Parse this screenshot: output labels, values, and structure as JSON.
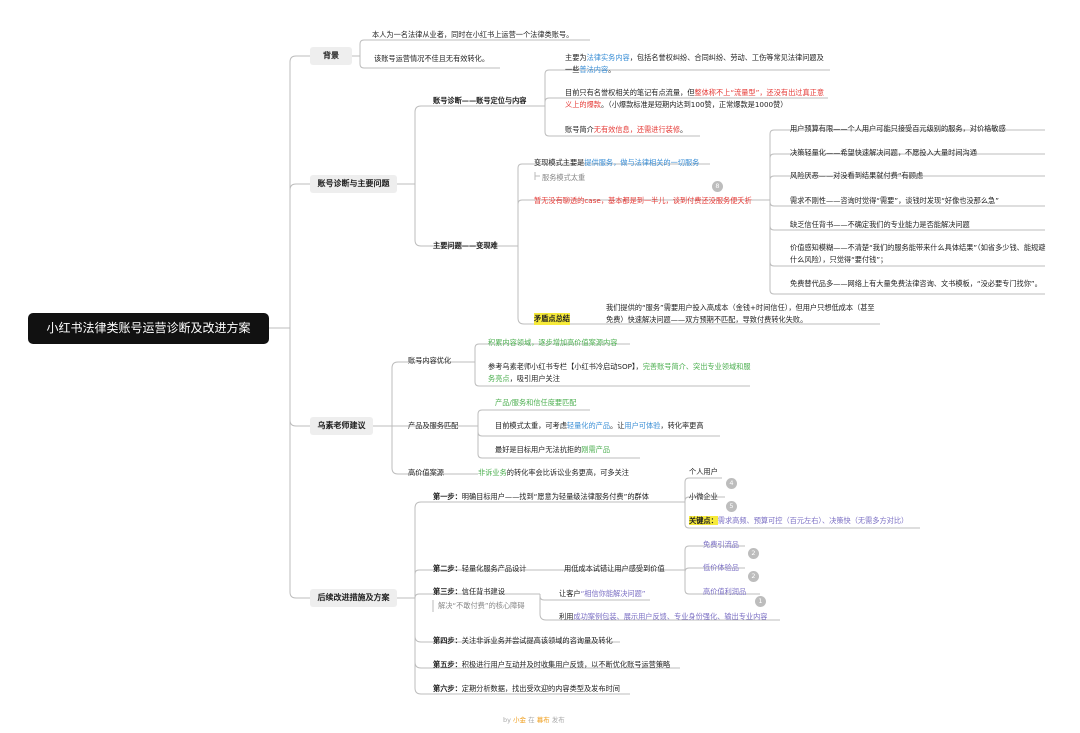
{
  "title": "小红书法律类账号运营诊断及改进方案",
  "branches": {
    "bg": "背景",
    "diag": "账号诊断与主要问题",
    "suggest": "乌素老师建议",
    "follow": "后续改进措施及方案"
  },
  "background": {
    "line1": "本人为一名法律从业者，同时在小红书上运营一个法律类账号。",
    "line2": "该账号运营情况不佳且无有效转化。"
  },
  "diagnosis": {
    "pos_label": "账号诊断——账号定位与内容",
    "pos_1": [
      "主要为",
      "法律实务内容",
      "，包括名誉权纠纷、合同纠纷、劳动、工伤等常见法律问题及一些",
      "普法内容",
      "。"
    ],
    "pos_2": [
      "目前只有名誉权相关的笔记有点流量，但",
      "整体称不上“流量型”，还没有出过真正意义上的爆款",
      "。（小爆款标准是短期内达到100赞，正常爆款是1000赞）"
    ],
    "pos_3": [
      "账号简介",
      "无有效信息，还需进行装修",
      "。"
    ],
    "problem_label": "主要问题——变现难",
    "model": [
      "变现模式主要是",
      "提供服务",
      "，做与法律相关的一切服务"
    ],
    "model_sub": "服务模式太重",
    "case": "暂无没有聊透的case，基本都是到一半儿，谈到付费还没服务便夭折",
    "pain_label": "矛盾点总结",
    "pain": "我们提供的“服务”需要用户投入高成本（金钱+时间信任），但用户只想低成本（甚至免费）快速解决问题——双方预期不匹配，导致付费转化失败。",
    "user_points": [
      "用户预算有限——个人用户可能只接受百元级别的服务，对价格敏感",
      "决策轻量化——希望快速解决问题，不愿投入大量时间沟通",
      "风险厌恶——对没看到结果就付费“有顾虑",
      "需求不刚性——咨询时觉得“需要”，谈钱时发现“好像也没那么急”",
      "缺乏信任背书——不确定我们的专业能力是否能解决问题",
      "价值感知模糊——不清楚“我们的服务能带来什么具体结果”（如省多少钱、能规避什么风险），只觉得“要付钱”；",
      "免费替代品多——网络上有大量免费法律咨询、文书模板，“没必要专门找你”。"
    ],
    "badge_count": "8"
  },
  "suggestions": {
    "content_label": "账号内容优化",
    "content_1": "积累内容领域，逐步增加高价值案源内容",
    "content_2": [
      "参考乌素老师小红书专栏【小红书冷启动SOP】，",
      "完善账号简介、突出专业领域和服务亮点",
      "，吸引用户关注"
    ],
    "product_label": "产品及服务匹配",
    "product_1": "产品/服务和信任度要匹配",
    "product_2": [
      "目前模式太重，可考虑",
      "轻量化的产品",
      "。让",
      "用户可体验",
      "，转化率更高"
    ],
    "product_3": [
      "最好是目标用户无法抗拒的",
      "刚需产品"
    ],
    "high_label": "高价值案源",
    "high_1": [
      "",
      "非诉业务",
      "的转化率会比诉讼业务更高，可多关注"
    ]
  },
  "followup": {
    "step1": [
      "第一步：",
      "明确目标用户——找到“愿意为轻量级法律服务付费”的群体"
    ],
    "step1_targets": [
      "个人用户",
      "小微企业"
    ],
    "step1_key": [
      "关键点：",
      "需求高频、预算可控（百元左右）、决策快（无需多方对比）"
    ],
    "step1_badges": [
      "4",
      "5"
    ],
    "step2": [
      "第二步：",
      "轻量化服务产品设计"
    ],
    "step2_desc": "用低成本试错让用户感受到价值",
    "products": [
      "免费引流品",
      "低价体验品",
      "高价值利润品"
    ],
    "product_badges": [
      "2",
      "2",
      "1"
    ],
    "step3": [
      "第三步：",
      "信任背书建设"
    ],
    "step3_sub": "解决“不敢付费”的核心障碍",
    "step3_a": [
      "让客户",
      "“相信你能解决问题”"
    ],
    "step3_b": [
      "利用",
      "成功案例包装、展示用户反馈、专业身份强化、输出专业内容"
    ],
    "step4": [
      "第四步：",
      "关注非诉业务并尝试提高该领域的咨询量及转化"
    ],
    "step5": [
      "第五步：",
      "积极进行用户互动并及时收集用户反馈，以不断优化账号运营策略"
    ],
    "step6": [
      "第六步：",
      "定期分析数据，找出受欢迎的内容类型及发布时间"
    ]
  },
  "footer": [
    "by ",
    "小金",
    " 在 ",
    "幕布",
    " 发布"
  ],
  "colors": {
    "blue": "#3b8fd6",
    "green": "#4caf50",
    "red": "#e53935",
    "highlight": "#f6ea3a",
    "line": "#bcbcbc"
  }
}
